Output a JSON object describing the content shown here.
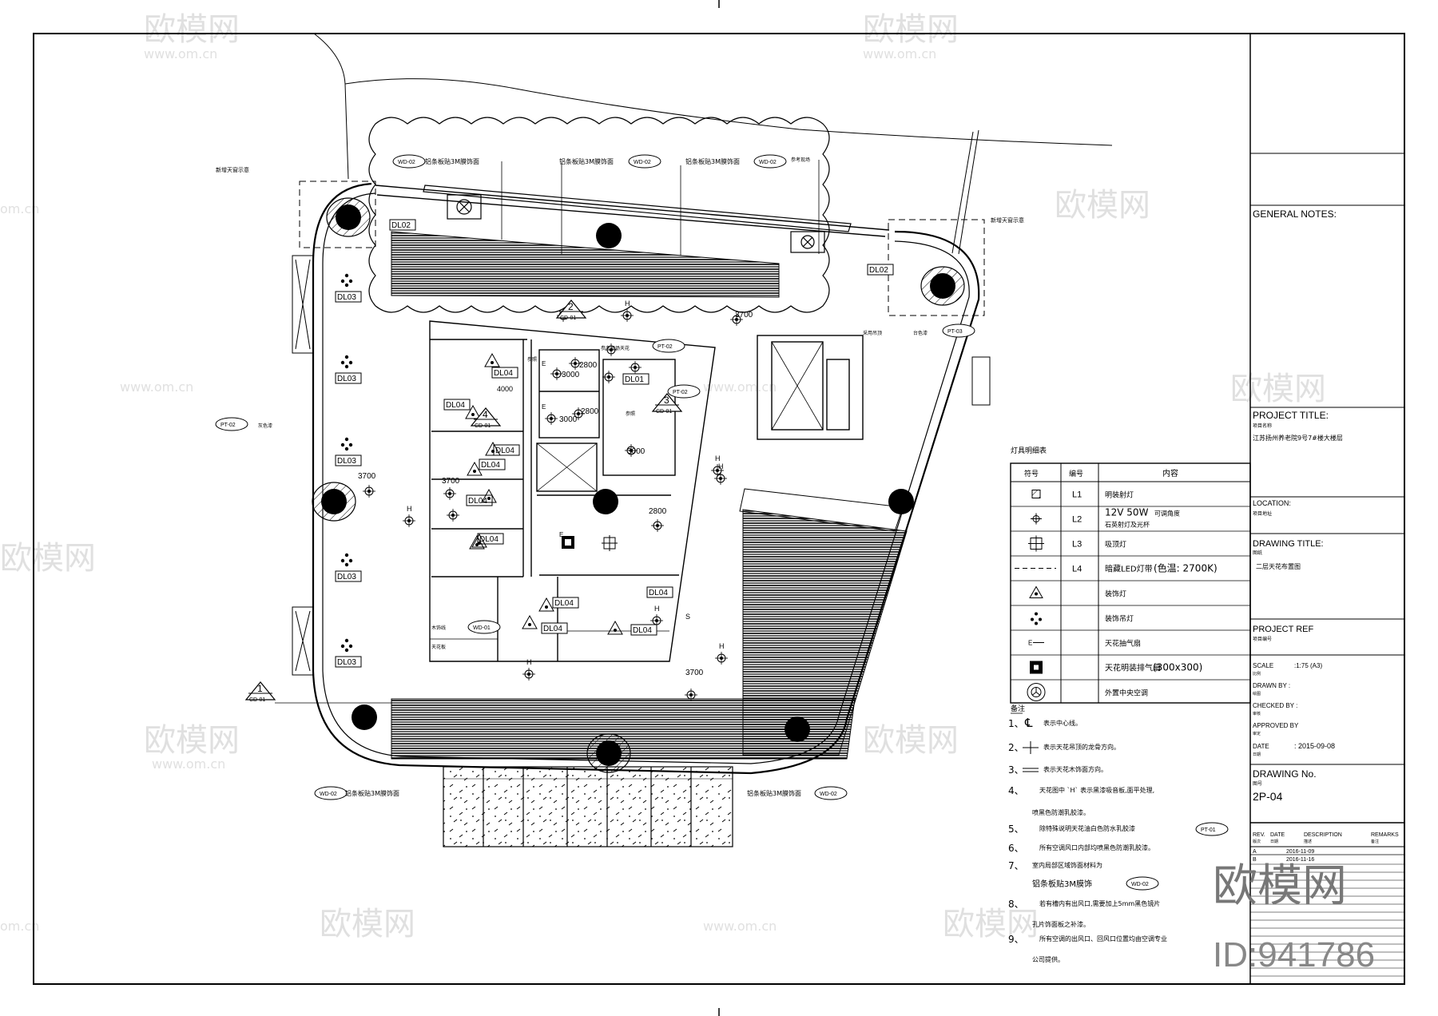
{
  "watermark": {
    "brand": "欧模网",
    "url": "www.om.cn",
    "url_short": "om.cn",
    "id": "ID:941786"
  },
  "title_block": {
    "general_notes": "GENERAL NOTES:",
    "project_title_label": "PROJECT TITLE:",
    "project_title_cn": "项目名称",
    "project_title_value": "江苏扬州养老院9号7#楼大楼层",
    "location_label": "LOCATION:",
    "location_value": "项目地址",
    "drawing_title_label": "DRAWING  TITLE:",
    "drawing_title_cn": "图纸",
    "drawing_title_value": "二层天花布置图",
    "project_ref_label": "PROJECT REF",
    "project_ref_cn": "项目编号",
    "scale_label": "SCALE",
    "scale_value": ":1:75  (A3)",
    "scale_cn": "比例",
    "drawn_by_label": "DRAWN BY :",
    "drawn_by_cn": "绘图",
    "checked_by_label": "CHECKED BY :",
    "checked_by_cn": "审核",
    "approved_by_label": "APPROVED BY",
    "approved_by_cn": "审定",
    "date_label": "DATE",
    "date_value": ": 2015-09-08",
    "date_cn": "日期",
    "drawing_no_label": "DRAWING No.",
    "drawing_no_cn": "图号",
    "drawing_no_value": "2P-04",
    "revision_headers": [
      "REV.",
      "DATE",
      "DESCRIPTION",
      "REMARKS"
    ],
    "revision_headers_cn": [
      "版次",
      "日期",
      "描述",
      "备注"
    ],
    "revisions": [
      {
        "rev": "A",
        "date": "2016-11-09"
      },
      {
        "rev": "B",
        "date": "2016-11-16"
      }
    ]
  },
  "legend": {
    "title": "灯具明细表",
    "headers": [
      "符号",
      "编号",
      "内容"
    ],
    "rows": [
      {
        "code": "L1",
        "desc": "明装射灯",
        "icon": "grid-light-icon"
      },
      {
        "code": "L2",
        "desc_main": "12V  50W",
        "desc_extra": "可调角度",
        "desc2": "石英射灯及光杯",
        "icon": "downlight-icon"
      },
      {
        "code": "L3",
        "desc": "吸顶灯",
        "icon": "ceiling-lamp-icon"
      },
      {
        "code": "L4",
        "desc_main": "暗藏LED灯带",
        "desc_extra": "(色温: 2700K)",
        "icon": "led-strip-icon"
      },
      {
        "code": "",
        "desc": "装饰灯",
        "icon": "decorative-lamp-icon"
      },
      {
        "code": "",
        "desc": "装饰吊灯",
        "icon": "pendant-lamp-icon"
      },
      {
        "code": "",
        "desc": "天花抽气扇",
        "icon": "exhaust-fan-icon"
      },
      {
        "code": "",
        "desc_main": "天花明装排气扇",
        "desc_extra": "(300x300)",
        "icon": "exhaust-box-icon"
      },
      {
        "code": "",
        "desc": "外置中央空调",
        "icon": "ac-unit-icon"
      }
    ]
  },
  "notes": {
    "title": "备注",
    "items": [
      {
        "n": "1、",
        "text": "表示中心线。"
      },
      {
        "n": "2、",
        "text": "表示天花吊顶的龙骨方向。"
      },
      {
        "n": "3、",
        "text": "表示天花木饰面方向。"
      },
      {
        "n": "4、",
        "text": "天花图中 `H` 表示黑漆吸音板,面平处理,",
        "text2": "喷黑色防潮乳胶漆。"
      },
      {
        "n": "5、",
        "text": "除特殊说明天花油白色防水乳胶漆",
        "tag": "PT-01"
      },
      {
        "n": "6、",
        "text": "所有空调风口内部均喷黑色防潮乳胶漆。"
      },
      {
        "n": "7、",
        "text": "室内局部区域饰面材料为",
        "text2": "铝条板贴3M膜饰",
        "tag": "WD-02"
      },
      {
        "n": "8、",
        "text": "若有槽内有出风口,需要加上5mm黑色镜片",
        "text2": "孔片饰面板之补漆。"
      },
      {
        "n": "9、",
        "text": "所有空调的出风口、回风口位置均由空调专业",
        "text2": "公司提供。"
      }
    ]
  },
  "plan": {
    "tags": [
      "WD-02",
      "WD-02",
      "WD-02",
      "PT-03",
      "PT-02",
      "PT-02",
      "PT-02",
      "WD-01",
      "WD-02",
      "WD-02"
    ],
    "note_3m": "铝条板贴3M膜饰面",
    "dl_labels": [
      "DL02",
      "DL02",
      "DL03",
      "DL03",
      "DL03",
      "DL03",
      "DL03",
      "DL04",
      "DL04",
      "DL04",
      "DL04",
      "DL04",
      "DL04",
      "DL04",
      "DL04",
      "DL04",
      "DL04",
      "DL01"
    ],
    "heights": [
      "3700",
      "3700",
      "3700",
      "3000",
      "3000",
      "2800",
      "2800",
      "2800",
      "3000",
      "4000",
      "3700"
    ],
    "sections": [
      {
        "num": "1",
        "ref": "CD-01"
      },
      {
        "num": "2",
        "ref": "CD-01"
      },
      {
        "num": "3",
        "ref": "CD-01"
      },
      {
        "num": "4",
        "ref": "CD-01"
      }
    ],
    "h_mark": "H",
    "e_mark": "E",
    "s_mark": "S",
    "small_note_1": "新增天窗示意",
    "small_note_2": "新增天窗示意",
    "small_note_3": "台色漆",
    "small_note_4": "采用吊顶",
    "small_note_5": "灰色漆",
    "small_note_6": "木饰线",
    "small_note_7": "参考现场",
    "small_note_8": "天花板",
    "small_note_9": "参考现场天花",
    "small_note_10": "参照",
    "small_note_11": "参照"
  }
}
